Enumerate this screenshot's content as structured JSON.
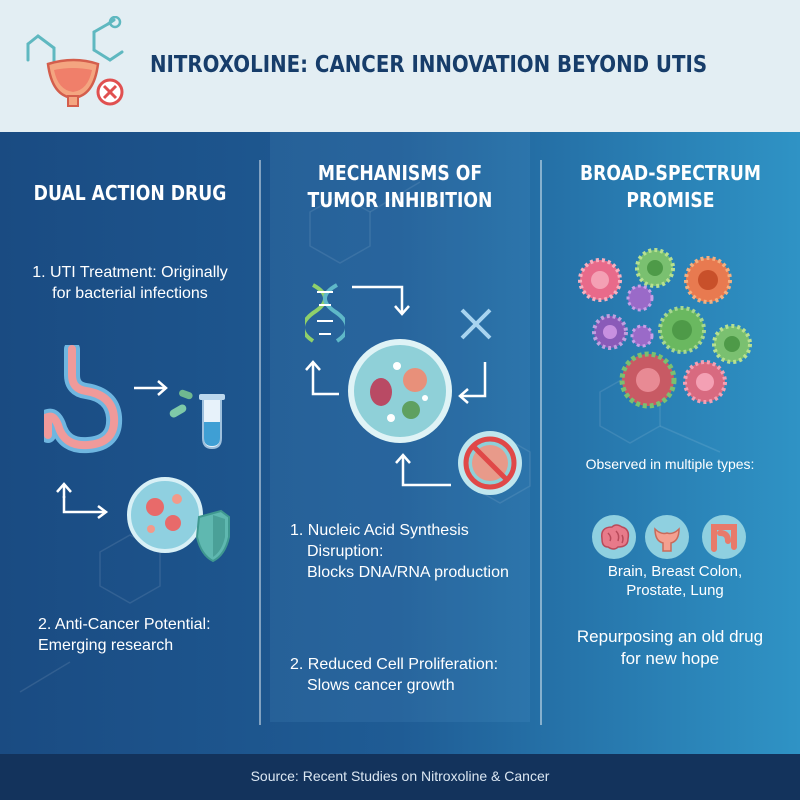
{
  "header": {
    "title": "NITROXOLINE: CANCER INNOVATION BEYOND UTIS"
  },
  "col1": {
    "heading": "DUAL ACTION DRUG",
    "item1_line1": "1. UTI Treatment: Originally",
    "item1_line2": "for bacterial infections",
    "item2_line1": "2. Anti-Cancer Potential:",
    "item2_line2": "Emerging research"
  },
  "col2": {
    "heading_line1": "MECHANISMS OF",
    "heading_line2": "TUMOR INHIBITION",
    "item1_line1": "1. Nucleic Acid Synthesis",
    "item1_line2": "Disruption:",
    "item1_line3": "Blocks DNA/RNA production",
    "item2_line1": "2. Reduced Cell Proliferation:",
    "item2_line2": "Slows cancer growth"
  },
  "col3": {
    "heading_line1": "BROAD-SPECTRUM",
    "heading_line2": "PROMISE",
    "observed": "Observed in multiple types:",
    "types_line1": "Brain, Breast Colon,",
    "types_line2": "Prostate, Lung",
    "tagline_line1": "Repurposing an old drug",
    "tagline_line2": "for new hope"
  },
  "footer": {
    "source": "Source: Recent Studies on Nitroxoline & Cancer"
  },
  "colors": {
    "header_bg": "#e3eef3",
    "title": "#173d6a",
    "footer_bg": "#13335c",
    "accent_teal": "#5fb8b0",
    "accent_coral": "#e8706a"
  }
}
